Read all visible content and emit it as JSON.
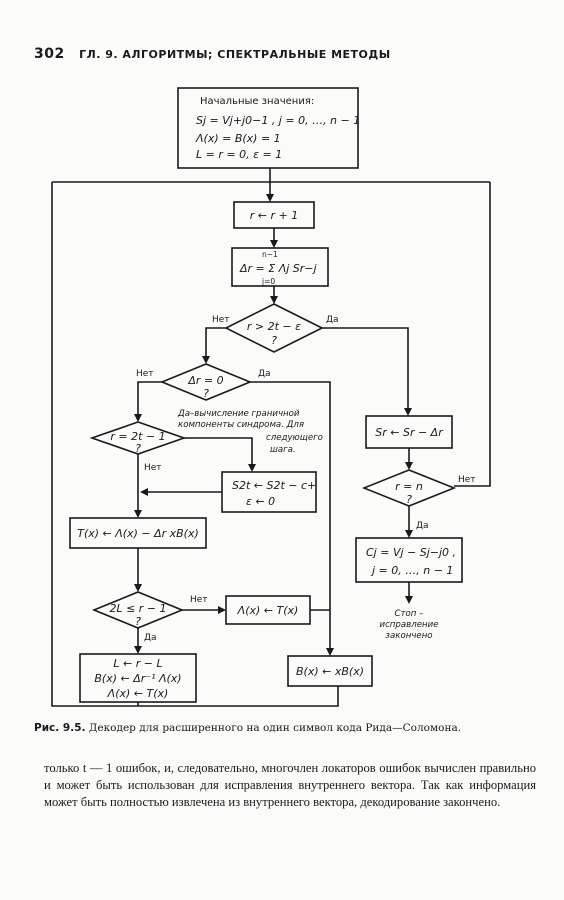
{
  "header": {
    "page_number": "302",
    "running_title": "ГЛ. 9. АЛГОРИТМЫ; СПЕКТРАЛЬНЫЕ МЕТОДЫ"
  },
  "flowchart": {
    "init": {
      "title": "Начальные значения:",
      "line1": "Sj = Vj+j0−1 ,  j = 0, …, n − 1",
      "line2": "Λ(x) = B(x) = 1",
      "line3": "L = r = 0,   ε = 1"
    },
    "step_r": "r ← r + 1",
    "delta": "Δr = Σ Λj Sr−j",
    "delta_sup": "n−1",
    "delta_sub": "j=0",
    "cond_r": {
      "text": "r > 2t − ε",
      "q": "?"
    },
    "cond_delta": {
      "text": "Δr = 0",
      "q": "?"
    },
    "cond_2t": {
      "text": "r = 2t − 1",
      "q": "?"
    },
    "cond_2L": {
      "text": "2L ≤ r − 1",
      "q": "?"
    },
    "cond_n": {
      "text": "r = n",
      "q": "?"
    },
    "note": [
      "Да–вычисление граничной",
      "компоненты синдрома. Для",
      "следующего",
      "шага."
    ],
    "s_2t": {
      "line1": "S2t ← S2t − c+",
      "line2": "ε ← 0"
    },
    "t_update": "T(x) ← Λ(x) − Δr xB(x)",
    "lambda_t": "Λ(x) ← T(x)",
    "L_block": {
      "line1": "L ← r − L",
      "line2": "B(x) ← Δr⁻¹ Λ(x)",
      "line3": "Λ(x) ← T(x)"
    },
    "b_shift": "B(x) ← xB(x)",
    "s_r": "Sr ← Sr − Δr",
    "c_block": {
      "line1": "Cj = Vj − Sj−j0 ,",
      "line2": "j = 0, …, n − 1"
    },
    "stop": [
      "Стоп –",
      "исправление",
      "закончено"
    ],
    "labels": {
      "yes": "Да",
      "no": "Нет"
    }
  },
  "caption": {
    "prefix": "Рис. 9.5.",
    "text": "Декодер для расширенного на один символ кода Рида—Соломона."
  },
  "body_text": "только t — 1 ошибок, и, следовательно, многочлен локаторов ошибок вычислен правильно и может быть использован для исправления внутреннего вектора. Так как информация может быть полностью извлечена из внутреннего вектора, декодирование закончено."
}
